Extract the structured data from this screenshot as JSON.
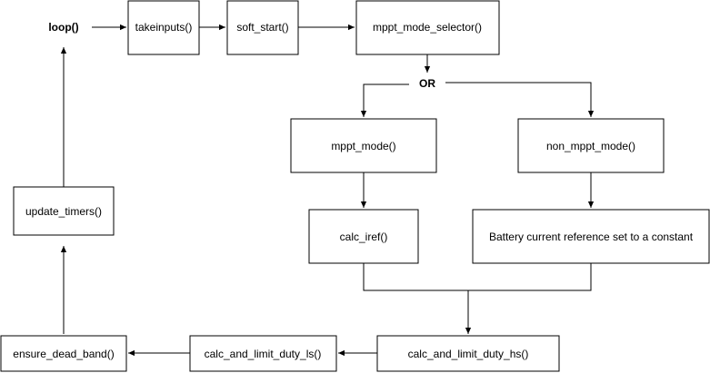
{
  "nodes": {
    "loop": "loop()",
    "takeinputs": "takeinputs()",
    "soft_start": "soft_start()",
    "mppt_mode_selector": "mppt_mode_selector()",
    "or": "OR",
    "mppt_mode": "mppt_mode()",
    "non_mppt_mode": "non_mppt_mode()",
    "calc_iref": "calc_iref()",
    "battery_const": "Battery current reference set to a constant",
    "update_timers": "update_timers()",
    "ensure_dead_band": "ensure_dead_band()",
    "calc_and_limit_duty_ls": "calc_and_limit_duty_ls()",
    "calc_and_limit_duty_hs": "calc_and_limit_duty_hs()"
  }
}
